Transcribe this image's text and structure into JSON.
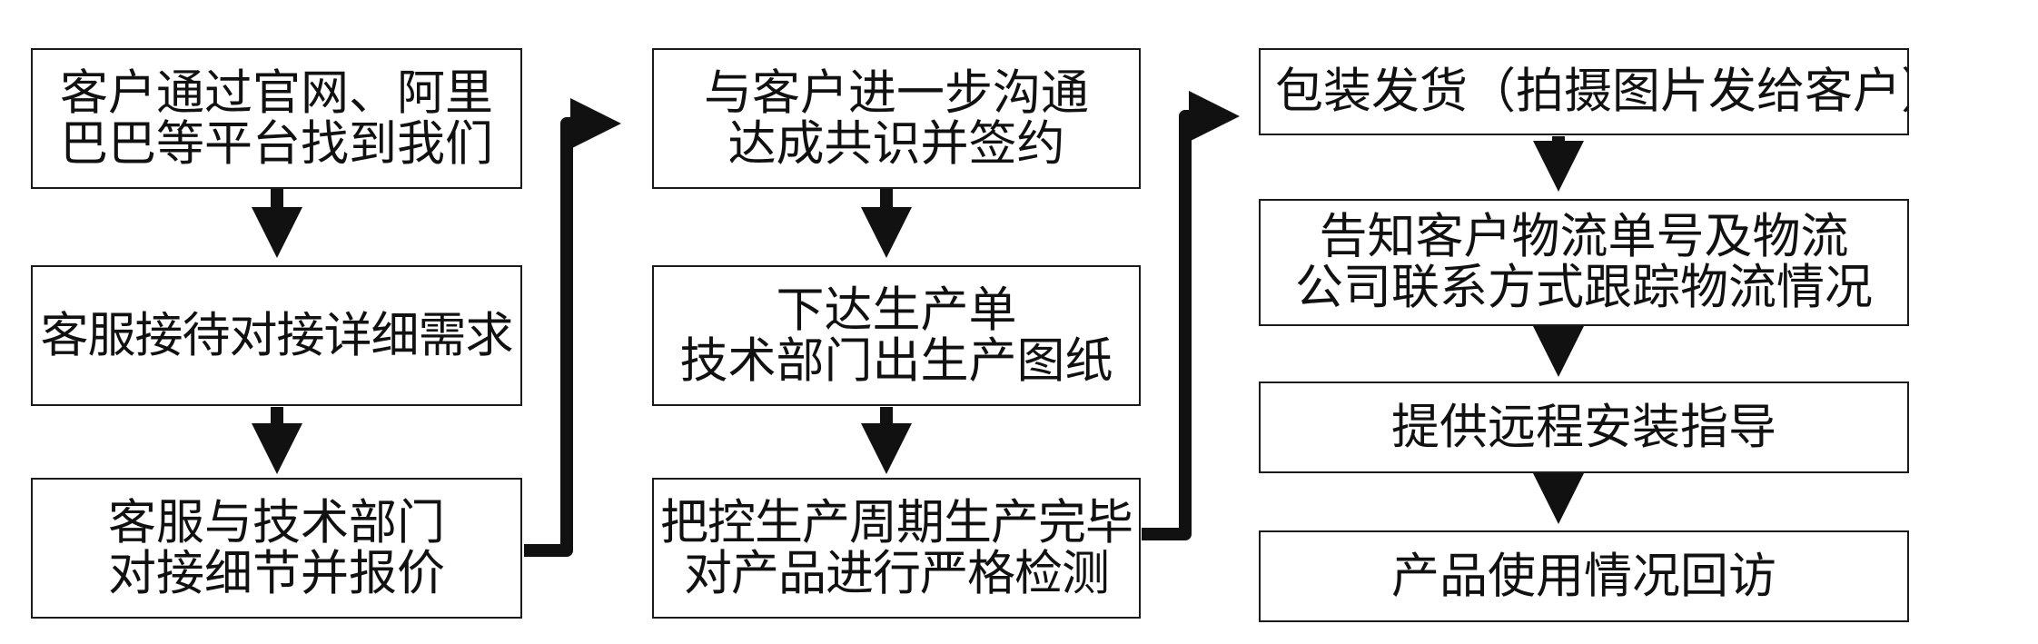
{
  "diagram": {
    "steps": [
      {
        "id": "s1",
        "text": "客户通过官网、阿里\n巴巴等平台找到我们"
      },
      {
        "id": "s2",
        "text": "客服接待对接详细需求"
      },
      {
        "id": "s3",
        "text": "客服与技术部门\n对接细节并报价"
      },
      {
        "id": "s4",
        "text": "与客户进一步沟通\n达成共识并签约"
      },
      {
        "id": "s5",
        "text": "下达生产单\n技术部门出生产图纸"
      },
      {
        "id": "s6",
        "text": "把控生产周期生产完毕\n对产品进行严格检测"
      },
      {
        "id": "s7",
        "text": "包装发货（拍摄图片发给客户）"
      },
      {
        "id": "s8",
        "text": "告知客户物流单号及物流\n公司联系方式跟踪物流情况"
      },
      {
        "id": "s9",
        "text": "提供远程安装指导"
      },
      {
        "id": "s10",
        "text": "产品使用情况回访"
      }
    ],
    "connections": [
      {
        "from": "s1",
        "to": "s2"
      },
      {
        "from": "s2",
        "to": "s3"
      },
      {
        "from": "s3",
        "to": "s4"
      },
      {
        "from": "s4",
        "to": "s5"
      },
      {
        "from": "s5",
        "to": "s6"
      },
      {
        "from": "s6",
        "to": "s7"
      },
      {
        "from": "s7",
        "to": "s8"
      },
      {
        "from": "s8",
        "to": "s9"
      },
      {
        "from": "s9",
        "to": "s10"
      }
    ],
    "colors": {
      "line": "#111111",
      "border": "#1a1a1a",
      "text": "#111111",
      "background": "#ffffff"
    }
  }
}
